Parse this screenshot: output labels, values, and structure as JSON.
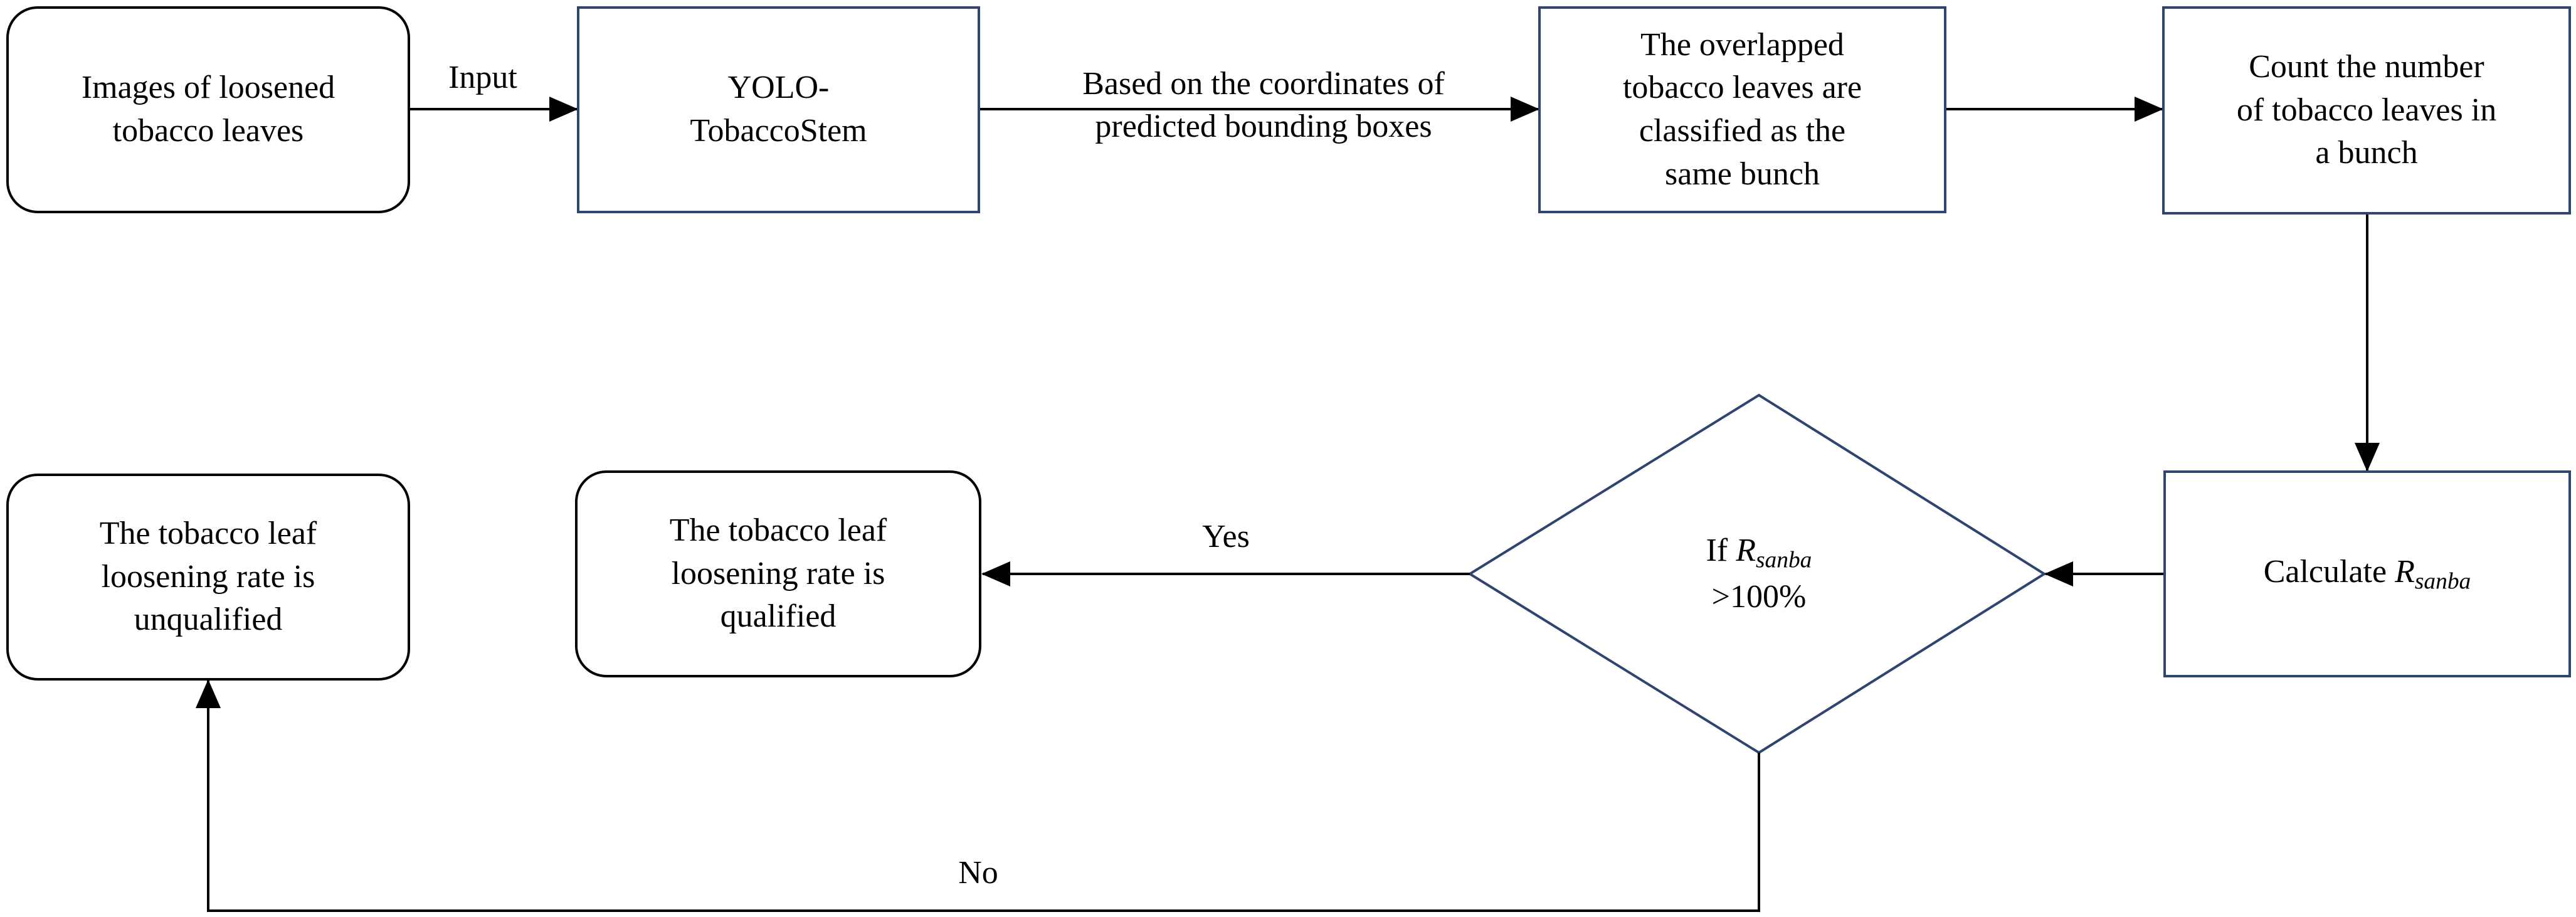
{
  "diagram": {
    "nodes": {
      "input_images": {
        "text": "Images of loosened\ntobacco leaves"
      },
      "yolo": {
        "text": "YOLO-\nTobaccoStem"
      },
      "classify": {
        "text": "The overlapped\ntobacco leaves are\nclassified as the\nsame bunch"
      },
      "count": {
        "text": "Count the number\nof tobacco leaves in\na bunch"
      },
      "calculate": {
        "prefix": "Calculate ",
        "symbol": "R",
        "subscript": "sanba"
      },
      "decision": {
        "prefix": "If ",
        "symbol": "R",
        "subscript": "sanba",
        "condition": ">100%"
      },
      "qualified": {
        "text": "The tobacco leaf\nloosening rate is\nqualified"
      },
      "unqualified": {
        "text": "The tobacco leaf\nloosening rate is\nunqualified"
      }
    },
    "edge_labels": {
      "input": "Input",
      "based_on": "Based on the coordinates of\npredicted bounding boxes",
      "yes": "Yes",
      "no": "No"
    },
    "colors": {
      "line": "#000000",
      "square_border": "#2f4470",
      "diamond_border": "#2f4470"
    }
  }
}
